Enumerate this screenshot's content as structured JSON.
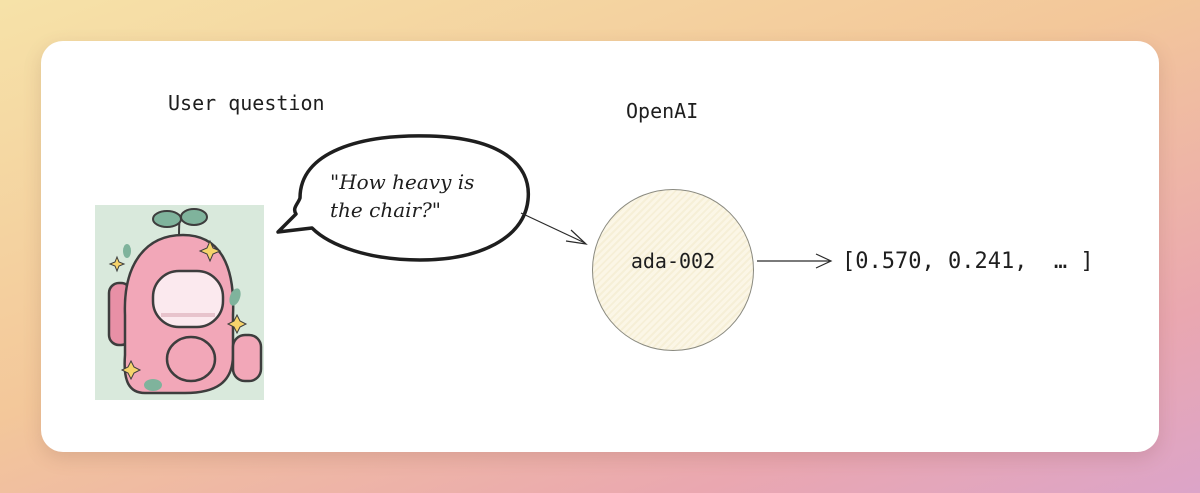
{
  "diagram": {
    "user_label": "User question",
    "provider_label": "OpenAI",
    "question_lines": [
      "\"How heavy is",
      "the chair?\""
    ],
    "model_label": "ada-002",
    "output_label": "[0.570, 0.241,  … ]"
  },
  "colors": {
    "node_fill": "#f8f2de",
    "avatar_bg": "#d9e9dc",
    "character_pink": "#f2a7b8"
  }
}
